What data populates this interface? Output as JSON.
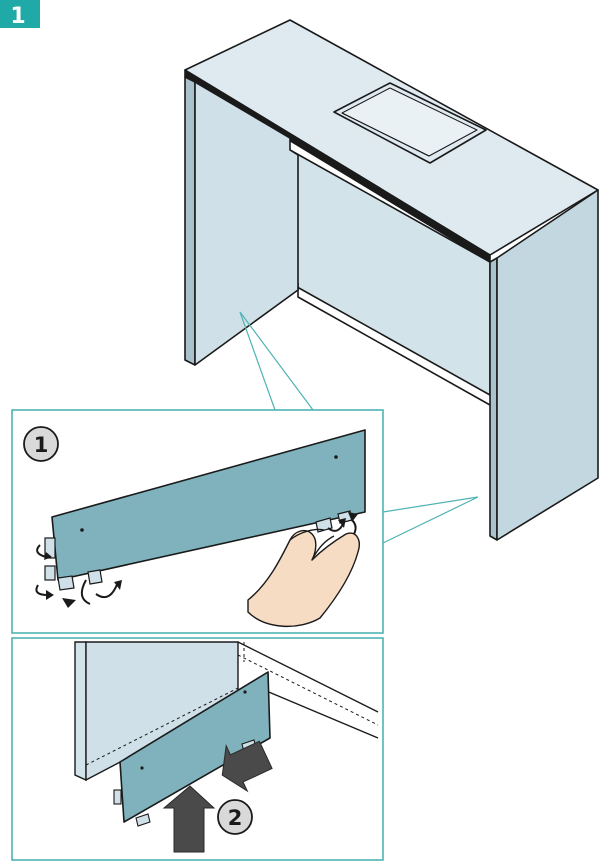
{
  "figure": {
    "page_marker": "1",
    "steps": [
      {
        "number": "1"
      },
      {
        "number": "2"
      }
    ]
  },
  "colors": {
    "accent": "#1fa9a7",
    "panel_fill": "#7fb2bd",
    "cabinet_face": "#d3e3ea",
    "cabinet_side": "#c3d7e0",
    "cabinet_top": "#dfeaf0",
    "outline": "#1a1a1a",
    "callout_frame": "#4fb3b3",
    "skin": "#f7dcc4",
    "arrow_fill": "#4a4a4a"
  },
  "icons": [
    "rotate-arrow-icon",
    "hand-icon",
    "push-arrow-icon"
  ]
}
